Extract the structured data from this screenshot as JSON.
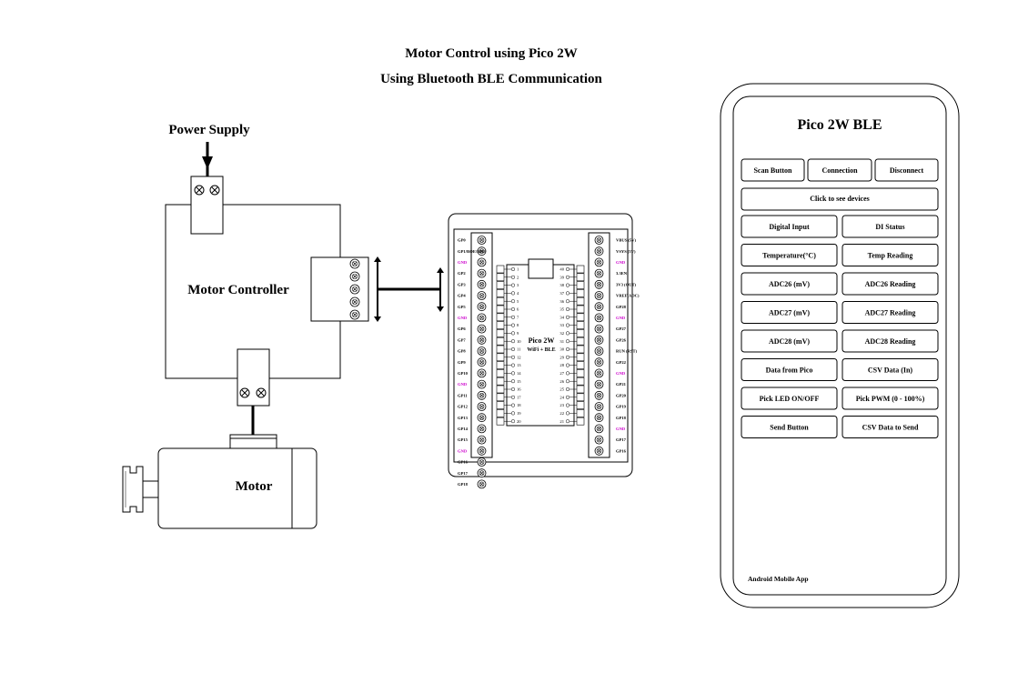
{
  "title": {
    "line1": "Motor Control using Pico 2W",
    "line2": "Using Bluetooth BLE Communication"
  },
  "labels": {
    "power_supply": "Power Supply",
    "motor_controller": "Motor Controller",
    "motor": "Motor"
  },
  "pico": {
    "name": "Pico 2W",
    "subtitle": "WiFi + BLE",
    "pin_color": "#cc00cc",
    "left_pins": [
      "GP0",
      "GP1/ROE/ROE",
      "GND",
      "GP2",
      "GP3",
      "GP4",
      "GP5",
      "GND",
      "GP6",
      "GP7",
      "GP8",
      "GP9",
      "GP10",
      "GND",
      "GP11",
      "GP12",
      "GP13",
      "GP14",
      "GP15",
      "GND",
      "GP16",
      "GP17",
      "GP18"
    ],
    "right_pins": [
      "VBUS (5V)",
      "VSYS (5V)",
      "GND",
      "3.3EN",
      "3V3 (OUT)",
      "VREF(ADC)",
      "GP28",
      "GND",
      "GP27",
      "GP26",
      "RUN (RST)",
      "GP22",
      "GND",
      "GP21",
      "GP20",
      "GP19",
      "GP18",
      "GND",
      "GP17",
      "GP16"
    ],
    "left_pin_numbers": [
      "1",
      "2",
      "3",
      "4",
      "5",
      "6",
      "7",
      "8",
      "9",
      "10",
      "11",
      "12",
      "13",
      "14",
      "15",
      "16",
      "17",
      "18",
      "19",
      "20"
    ],
    "right_pin_numbers": [
      "40",
      "39",
      "38",
      "37",
      "36",
      "35",
      "34",
      "33",
      "32",
      "31",
      "30",
      "29",
      "28",
      "27",
      "26",
      "25",
      "24",
      "23",
      "22",
      "21"
    ]
  },
  "app": {
    "title": "Pico 2W BLE",
    "top_buttons": [
      "Scan Button",
      "Connection",
      "Disconnect"
    ],
    "wide_button": "Click to see devices",
    "rows": [
      [
        "Digital Input",
        "DI Status"
      ],
      [
        "Temperature(°C)",
        "Temp Reading"
      ],
      [
        "ADC26 (mV)",
        "ADC26 Reading"
      ],
      [
        "ADC27 (mV)",
        "ADC27 Reading"
      ],
      [
        "ADC28 (mV)",
        "ADC28 Reading"
      ],
      [
        "Data from Pico",
        "CSV Data (In)"
      ],
      [
        "Pick LED ON/OFF",
        "Pick PWM (0 - 100%)"
      ],
      [
        "Send Button",
        "CSV Data to Send"
      ]
    ],
    "footer": "Android Mobile App"
  }
}
